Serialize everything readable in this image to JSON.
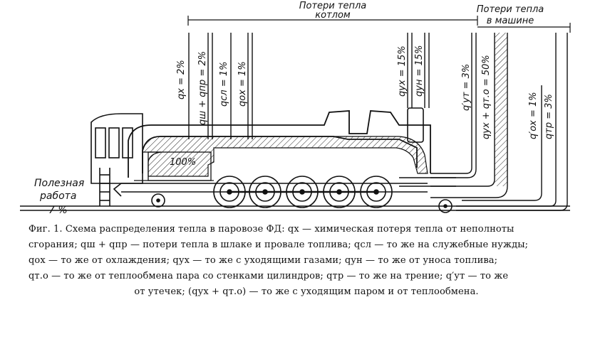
{
  "headers": {
    "boiler_losses_line1": "Потери тепла",
    "boiler_losses_line2": "котлом",
    "engine_losses_line1": "Потери тепла",
    "engine_losses_line2": "в машине"
  },
  "flows": {
    "q_x": "qх = 2%",
    "q_sh_pr": "qш + qпр = 2%",
    "q_sl": "qсл = 1%",
    "q_ox": "qох = 1%",
    "q_ux": "qух = 15%",
    "q_un": "qун = 15%",
    "q_ut": "q′ут = 3%",
    "q_ux_to": "qух + qт.о = 50%",
    "q_ox2": "q′ох = 1%",
    "q_tr": "qтр = 3%"
  },
  "input_label": "100%",
  "useful_work": {
    "line1": "Полезная",
    "line2": "работа",
    "value": "7 %"
  },
  "caption": {
    "line1": "Фиг. 1. Схема распределения тепла в паровозе ФД: qх — химическая потеря тепла от неполноты",
    "line2": "сгорания; qш + qпр — потери тепла в шлаке и провале топлива; qсл — то же на служебные нужды;",
    "line3": "qох — то же от охлаждения; qух — то же с уходящими газами; qун — то же от уноса топлива;",
    "line4": "qт.о — то же от теплообмена пара со стенками цилиндров; qтр — то же на трение; q′ут — то же",
    "line5": "от утечек; (qух + qт.о) — то же с уходящим паром и от теплообмена."
  }
}
